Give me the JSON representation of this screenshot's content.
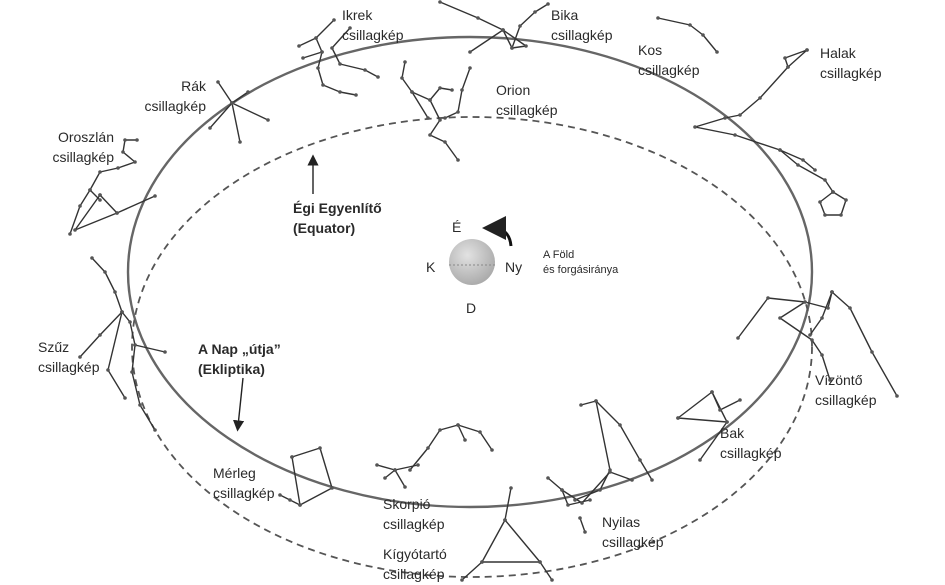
{
  "constellations": {
    "ikrek": {
      "name": "Ikrek",
      "word": "csillagkép"
    },
    "bika": {
      "name": "Bika",
      "word": "csillagkép"
    },
    "kos": {
      "name": "Kos",
      "word": "csillagkép"
    },
    "halak": {
      "name": "Halak",
      "word": "csillagkép"
    },
    "rak": {
      "name": "Rák",
      "word": "csillagkép"
    },
    "orion": {
      "name": "Orion",
      "word": "csillagkép"
    },
    "oroszlan": {
      "name": "Oroszlán",
      "word": "csillagkép"
    },
    "szuz": {
      "name": "Szűz",
      "word": "csillagkép"
    },
    "vizonto": {
      "name": "Vízöntő",
      "word": "csillagkép"
    },
    "bak": {
      "name": "Bak",
      "word": "csillagkép"
    },
    "merleg": {
      "name": "Mérleg",
      "word": "csillagkép"
    },
    "skorpio": {
      "name": "Skorpió",
      "word": "csillagkép"
    },
    "nyilas": {
      "name": "Nyilas",
      "word": "csillagkép"
    },
    "kigyotarto": {
      "name": "Kígyótartó",
      "word": "csillagkép"
    }
  },
  "equator": {
    "line1": "Égi Egyenlítő",
    "line2": "(Equator)"
  },
  "ecliptic": {
    "line1": "A Nap „útja”",
    "line2": "(Ekliptika)"
  },
  "earth": {
    "north": "É",
    "east": "K",
    "west": "Ny",
    "south": "D",
    "caption1": "A Föld",
    "caption2": "és forgásiránya"
  }
}
